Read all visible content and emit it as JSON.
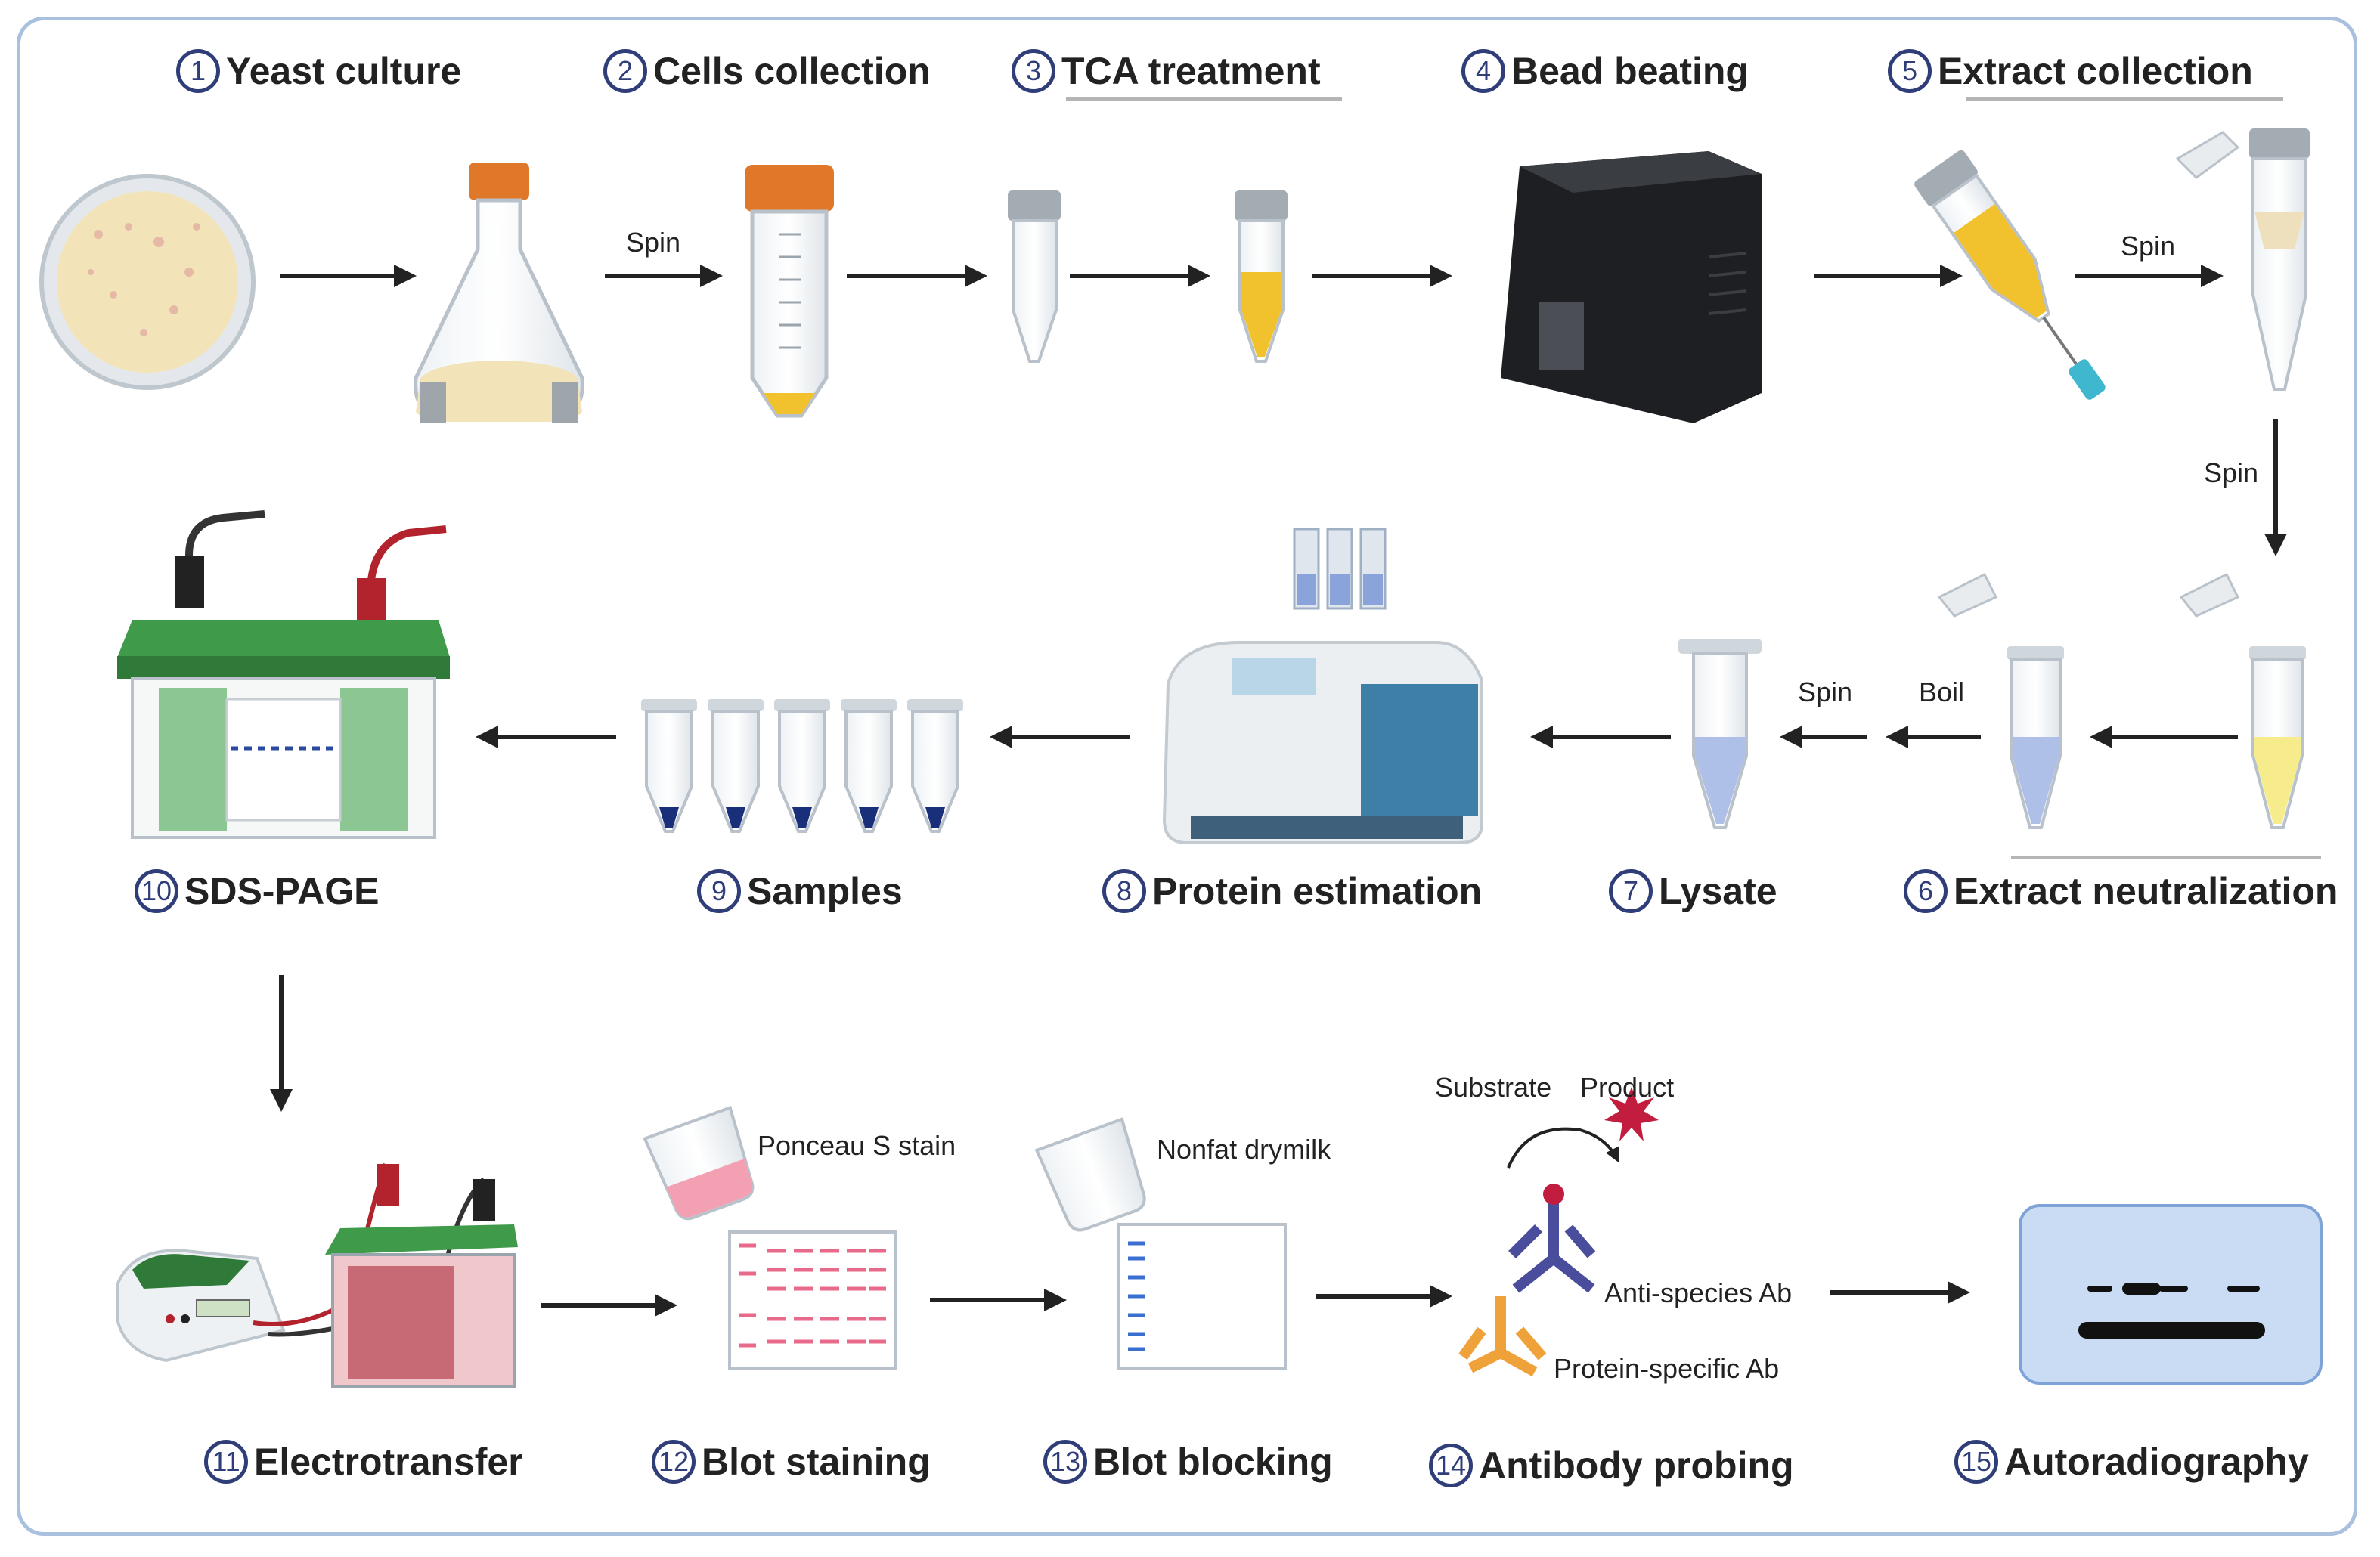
{
  "steps": [
    {
      "num": "1",
      "label": "Yeast culture"
    },
    {
      "num": "2",
      "label": "Cells collection"
    },
    {
      "num": "3",
      "label": "TCA treatment"
    },
    {
      "num": "4",
      "label": "Bead beating"
    },
    {
      "num": "5",
      "label": "Extract collection"
    },
    {
      "num": "6",
      "label": "Extract neutralization"
    },
    {
      "num": "7",
      "label": "Lysate"
    },
    {
      "num": "8",
      "label": "Protein estimation"
    },
    {
      "num": "9",
      "label": "Samples"
    },
    {
      "num": "10",
      "label": "SDS-PAGE"
    },
    {
      "num": "11",
      "label": "Electrotransfer"
    },
    {
      "num": "12",
      "label": "Blot staining"
    },
    {
      "num": "13",
      "label": "Blot blocking"
    },
    {
      "num": "14",
      "label": "Antibody probing"
    },
    {
      "num": "15",
      "label": "Autoradiography"
    }
  ],
  "labels": {
    "spin": "Spin",
    "boil": "Boil",
    "ponceau": "Ponceau S stain",
    "nonfat": "Nonfat drymilk",
    "substrate": "Substrate",
    "product": "Product",
    "anti_species": "Anti-species Ab",
    "protein_specific": "Protein-specific Ab"
  },
  "colors": {
    "frame": "#a9c0de",
    "number_circle": "#2f3e78",
    "arrow": "#222222",
    "orange_cap": "#e0782a",
    "culture": "#f3e3b8",
    "yellow_cells": "#f2c12e",
    "blue_lysate": "#aebfe8",
    "yellow_neutral": "#f6ec8c",
    "gel_green": "#3f9a4a",
    "ponceau_band": "#e86a8a",
    "blocking_band": "#3a6fd0",
    "film": "#c9dcf4"
  },
  "icons": [
    "petri-dish-icon",
    "erlenmeyer-flask-icon",
    "falcon-tube-icon",
    "microtube-icon",
    "bead-beater-icon",
    "syringe-needle-icon",
    "spectrophotometer-icon",
    "sds-page-tank-icon",
    "power-supply-icon",
    "transfer-tank-icon",
    "membrane-blot-icon",
    "beaker-icon",
    "antibody-icon",
    "film-icon"
  ]
}
